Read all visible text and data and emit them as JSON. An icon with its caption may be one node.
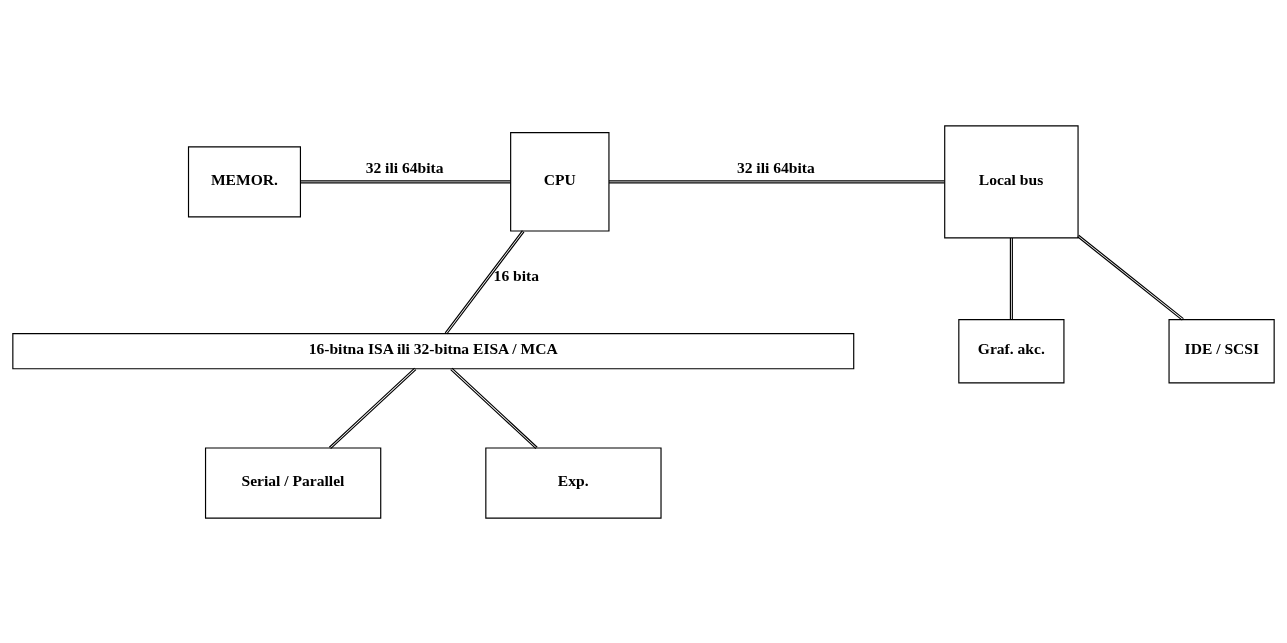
{
  "diagram": {
    "nodes": [
      {
        "text": [
          "MEMOR."
        ]
      },
      {
        "text": [
          "CPU"
        ]
      },
      {
        "text": [
          "Local bus"
        ]
      },
      {
        "text": [
          "Graf. akc."
        ]
      },
      {
        "text": [
          "IDE / SCSI"
        ]
      },
      {
        "text": [
          "16-bitna ISA ili 32-bitna EISA / MCA"
        ]
      },
      {
        "text": [
          "Serial / Parallel"
        ]
      },
      {
        "text": [
          "Exp."
        ]
      }
    ],
    "edges": [
      {
        "from": 0,
        "to": 1,
        "arrow": "none",
        "label": "32 ili 64bita"
      },
      {
        "from": 1,
        "to": 2,
        "arrow": "none",
        "label": "32 ili 64bita"
      },
      {
        "from": 2,
        "to": 3,
        "arrow": "none"
      },
      {
        "from": 2,
        "to": 4,
        "arrow": "none"
      },
      {
        "from": 1,
        "to": 5,
        "arrow": "none",
        "label": "16 bita"
      },
      {
        "from": 5,
        "to": 6,
        "arrow": "none"
      },
      {
        "from": 5,
        "to": 7,
        "arrow": "none"
      }
    ]
  }
}
